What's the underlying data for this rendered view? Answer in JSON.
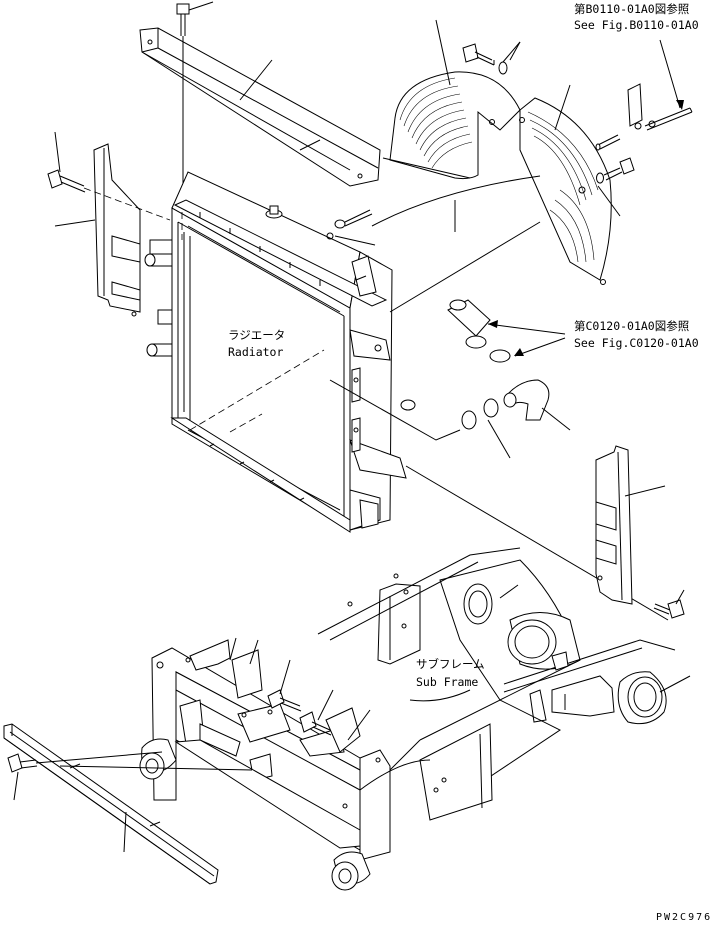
{
  "refs": {
    "fan_guard_jp": "第B0110-01A0図参照",
    "fan_guard_en": "See Fig.B0110-01A0",
    "hose_jp": "第C0120-01A0図参照",
    "hose_en": "See Fig.C0120-01A0"
  },
  "labels": {
    "radiator_jp": "ラジエータ",
    "radiator_en": "Radiator",
    "subframe_jp": "サブフレーム",
    "subframe_en": "Sub Frame"
  },
  "drawing_code": "PW2C976"
}
